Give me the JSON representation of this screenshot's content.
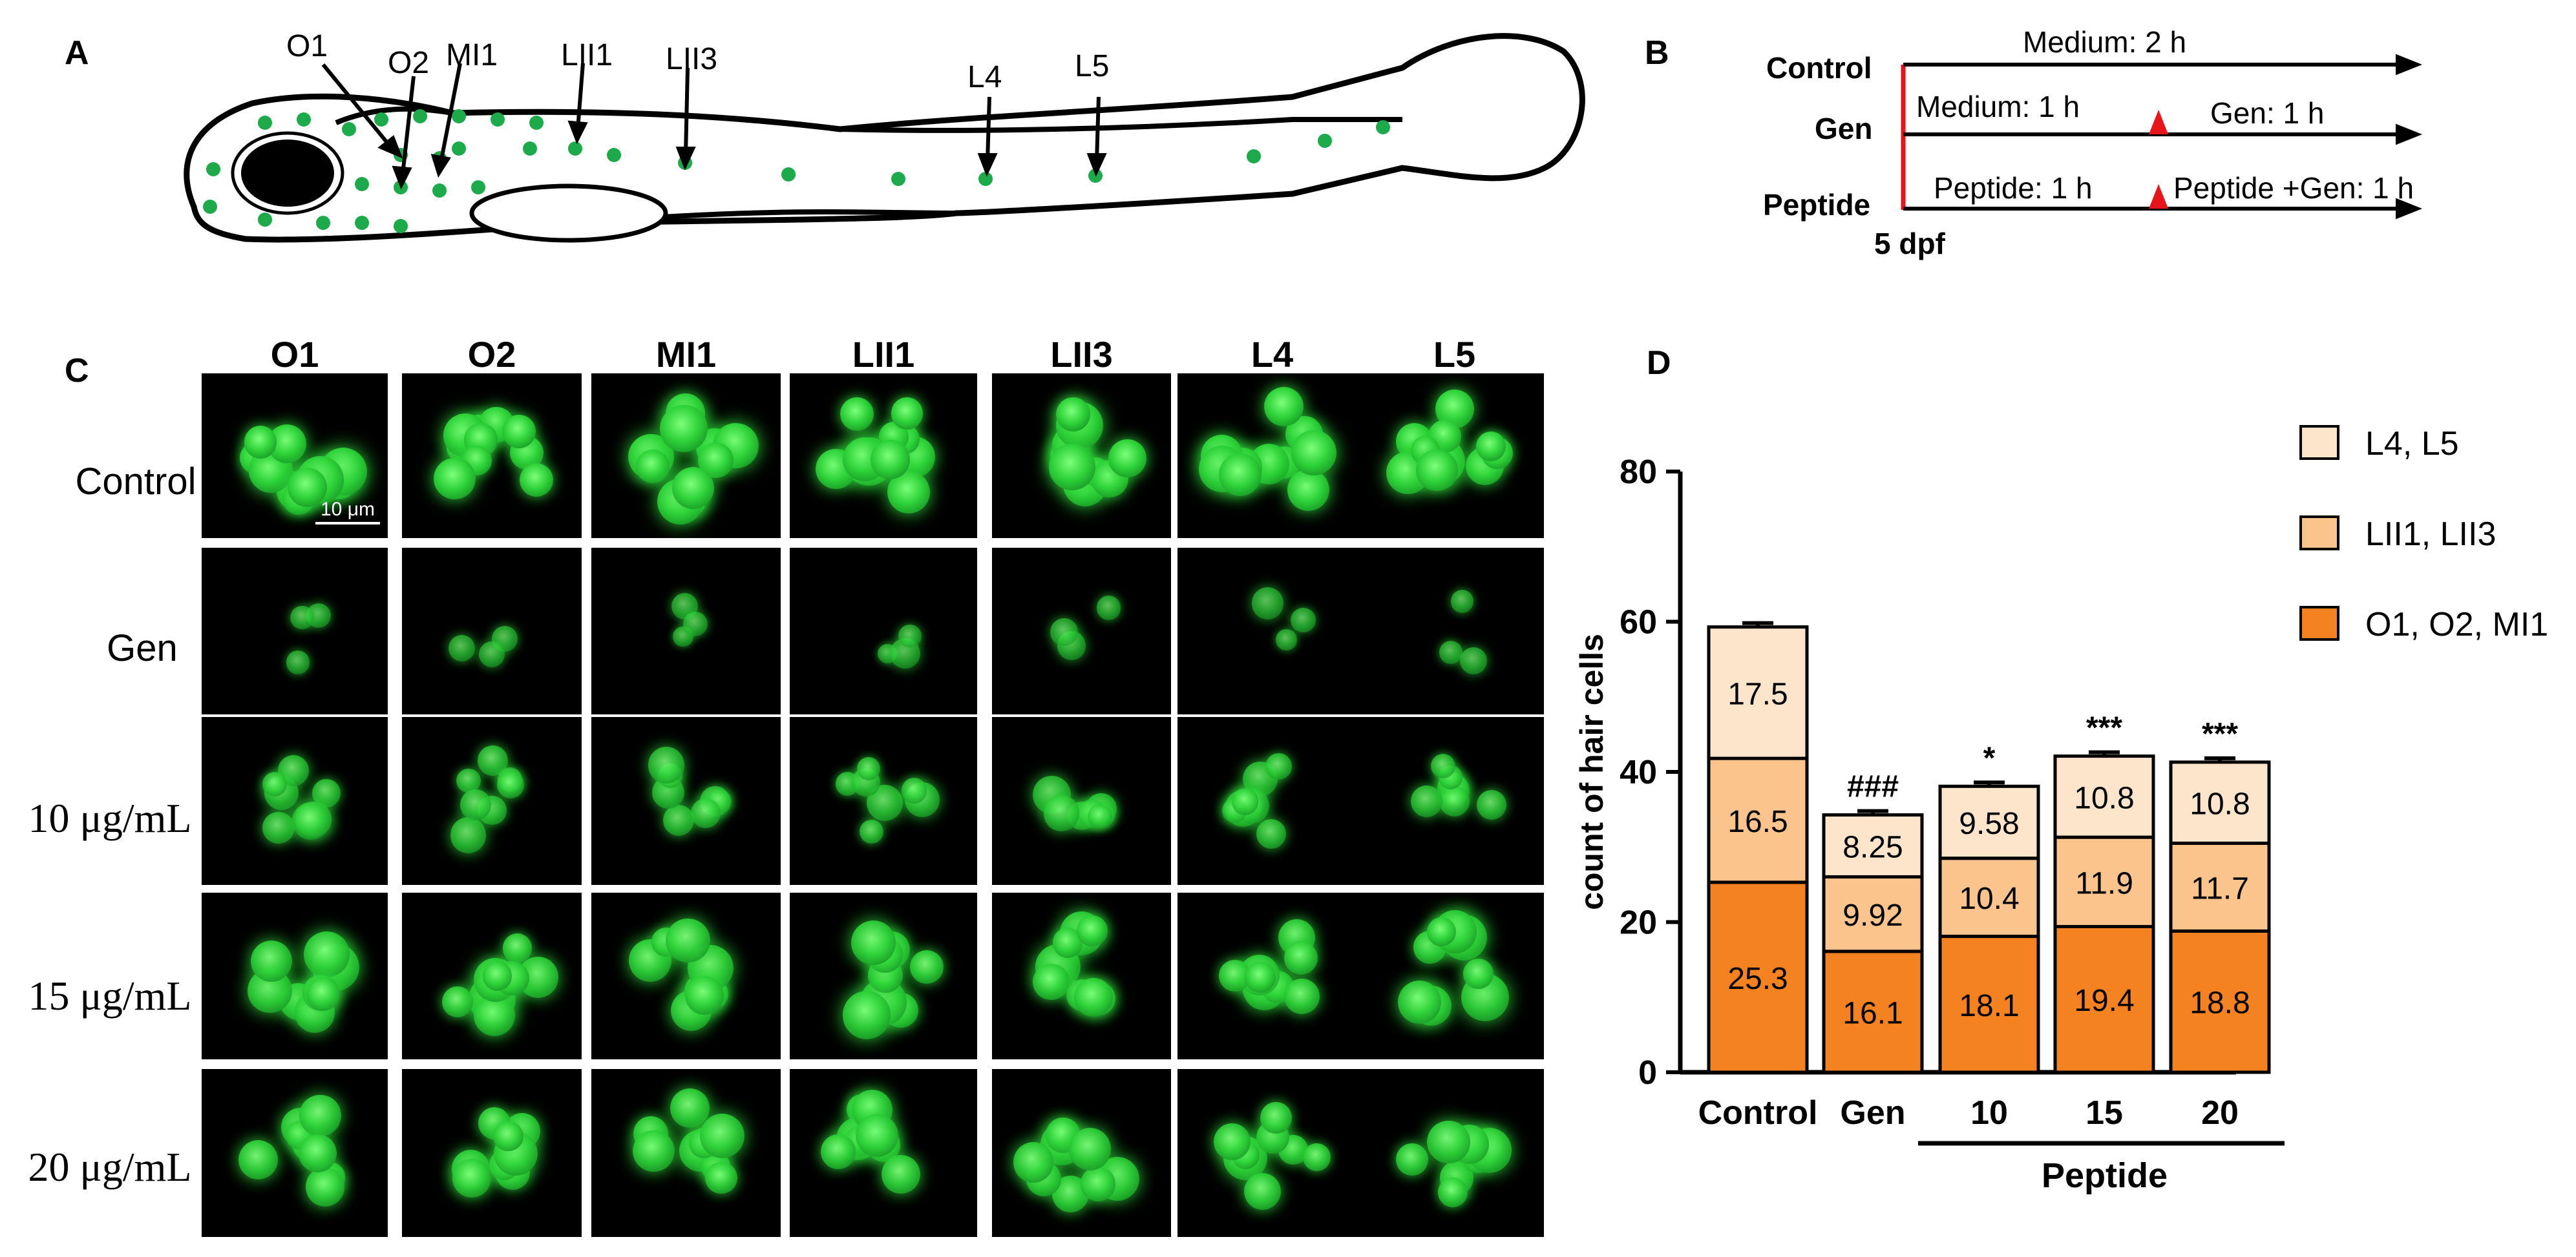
{
  "panelA": {
    "letter": "A",
    "neuromasts": [
      "O1",
      "O2",
      "MI1",
      "LII1",
      "LII3",
      "L4",
      "L5"
    ]
  },
  "panelB": {
    "letter": "B",
    "rows": [
      {
        "label": "Control",
        "segments": [
          "Medium: 2 h"
        ]
      },
      {
        "label": "Gen",
        "segments": [
          "Medium: 1 h",
          "Gen: 1 h"
        ]
      },
      {
        "label": "Peptide",
        "segments": [
          "Peptide: 1 h",
          "Peptide +Gen: 1 h"
        ]
      }
    ],
    "start_label": "5 dpf",
    "colors": {
      "start_line": "#e8141b",
      "marker": "#e8141b"
    }
  },
  "panelC": {
    "letter": "C",
    "columns": [
      "O1",
      "O2",
      "MI1",
      "LII1",
      "LII3",
      "L4",
      "L5"
    ],
    "rows": [
      "Control",
      "Gen",
      "10 μg/mL",
      "15 μg/mL",
      "20 μg/mL"
    ],
    "scale_bar": "10 μm",
    "colors": {
      "cell": "#2fd33a",
      "background": "#000000"
    }
  },
  "panelD": {
    "letter": "D"
  },
  "chart_data": {
    "type": "bar",
    "stacked": true,
    "categories": [
      "Control",
      "Gen",
      "10",
      "15",
      "20"
    ],
    "group_label": "Peptide",
    "ylabel": "count of  hair cells",
    "ylim": [
      0,
      80
    ],
    "yticks": [
      0,
      20,
      40,
      60,
      80
    ],
    "legend_position": "top-right",
    "series": [
      {
        "name": "O1, O2, MI1",
        "values": [
          25.3,
          16.1,
          18.1,
          19.4,
          18.8
        ],
        "labels": [
          "25.3",
          "16.1",
          "18.1",
          "19.4",
          "18.8"
        ],
        "color": "#f58220"
      },
      {
        "name": "LII1, LII3",
        "values": [
          16.5,
          9.92,
          10.4,
          11.9,
          11.7
        ],
        "labels": [
          "16.5",
          "9.92",
          "10.4",
          "11.9",
          "11.7"
        ],
        "color": "#fbc48d"
      },
      {
        "name": "L4, L5",
        "values": [
          17.5,
          8.25,
          9.58,
          10.8,
          10.8
        ],
        "labels": [
          "17.5",
          "8.25",
          "9.58",
          "10.8",
          "10.8"
        ],
        "color": "#fde5cc"
      }
    ],
    "significance": [
      "",
      "###",
      "*",
      "***",
      "***"
    ]
  }
}
